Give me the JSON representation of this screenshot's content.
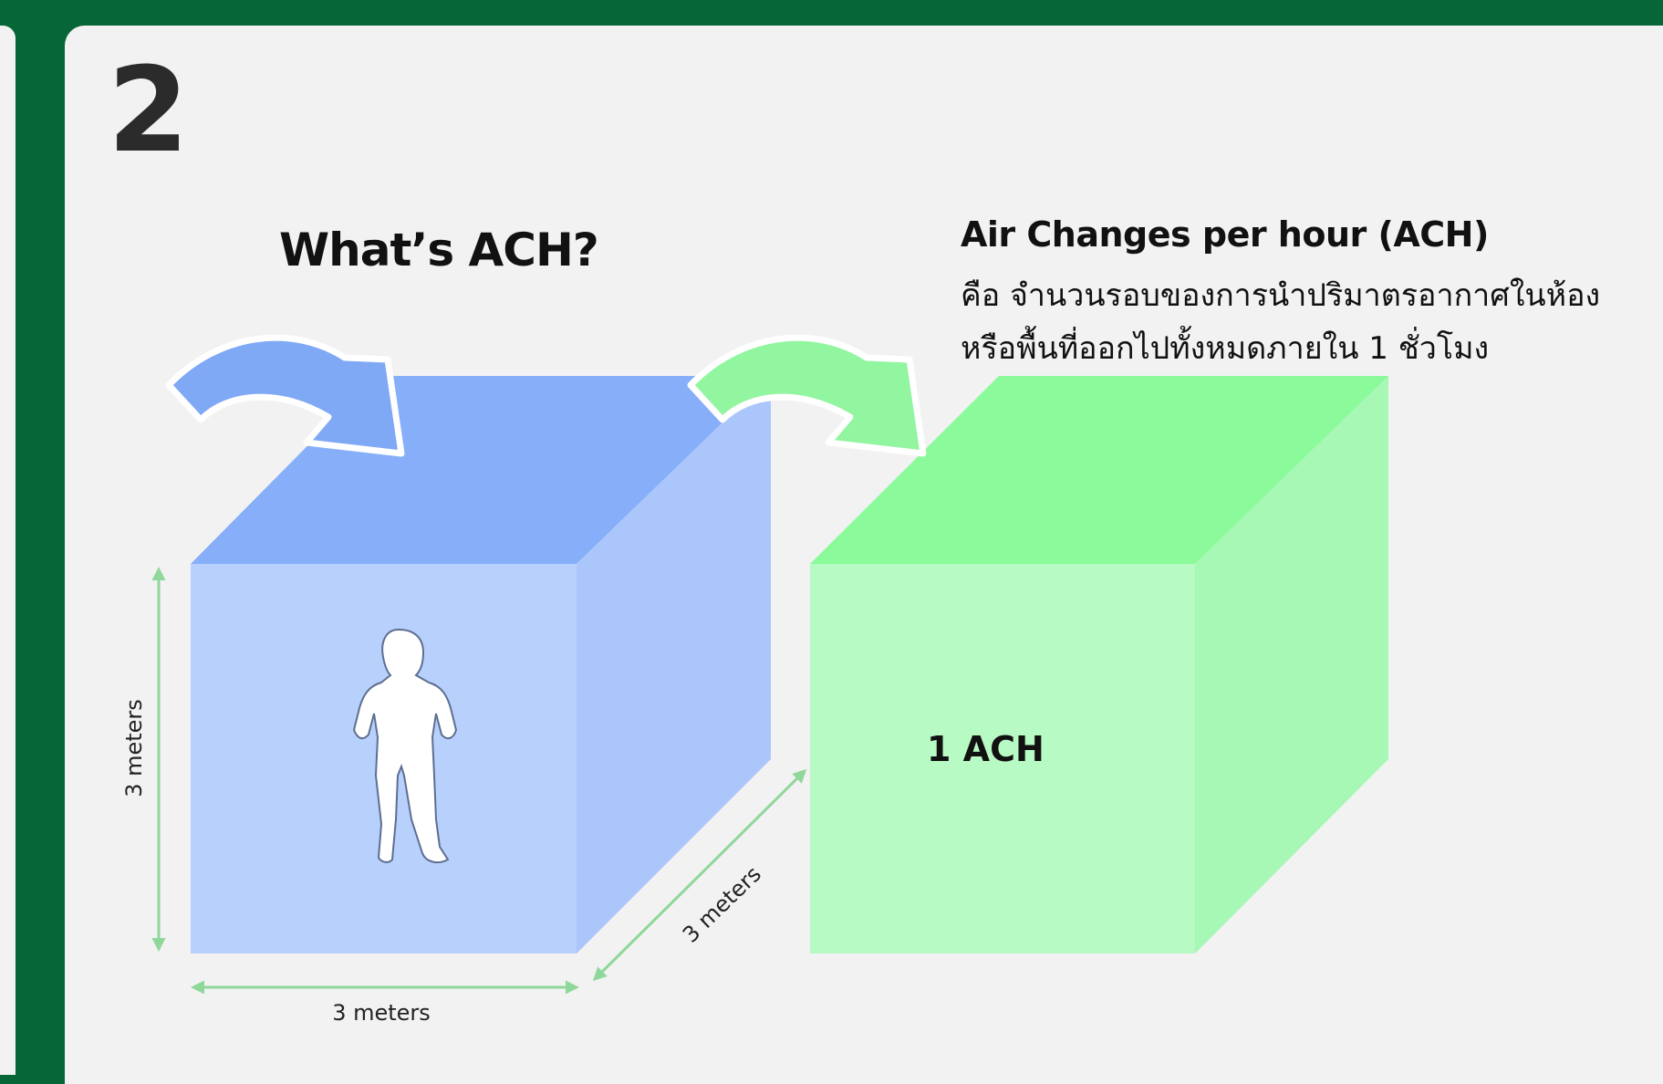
{
  "slide": {
    "number": "2"
  },
  "heading": "What’s ACH?",
  "definition": {
    "title": "Air Changes per hour (ACH)",
    "line1": "คือ จำนวนรอบของการนำปริมาตรอากาศในห้อง",
    "line2": "หรือพื้นที่ออกไปทั้งหมดภายใน 1 ชั่วโมง"
  },
  "diagram": {
    "height_label": "3 meters",
    "width_label": "3 meters",
    "depth_label": "3 meters",
    "ach_label": "1 ACH"
  },
  "colors": {
    "frame_green": "#066637",
    "panel_bg": "#f2f2f2",
    "blue_cube_top": "#87aef9",
    "blue_cube_front": "#b8d0fc",
    "blue_cube_side": "#abc6fa",
    "blue_arrow": "#7fa8f5",
    "green_cube_top": "#8afa9a",
    "green_cube_front": "#b8fac3",
    "green_cube_side": "#a6f8b4",
    "green_arrow": "#92f59f",
    "dimension_line": "#8fd79a"
  },
  "icons": [
    "curved-arrow",
    "person-silhouette",
    "double-headed-arrow"
  ]
}
